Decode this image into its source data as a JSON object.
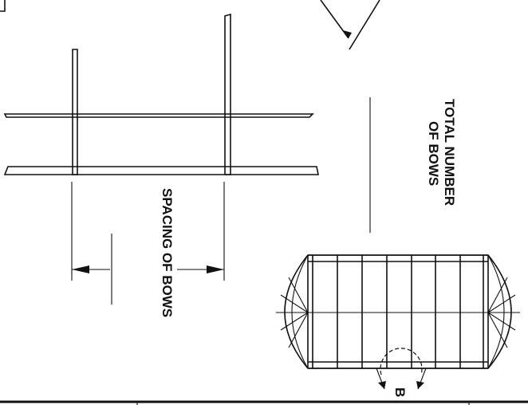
{
  "labels": {
    "spacing": "SPACING OF BOWS",
    "total_line1": "TOTAL NUMBER",
    "total_line2": "OF BOWS",
    "detail_letter": "B"
  },
  "colors": {
    "ink": "#111111",
    "paper": "#ffffff"
  }
}
